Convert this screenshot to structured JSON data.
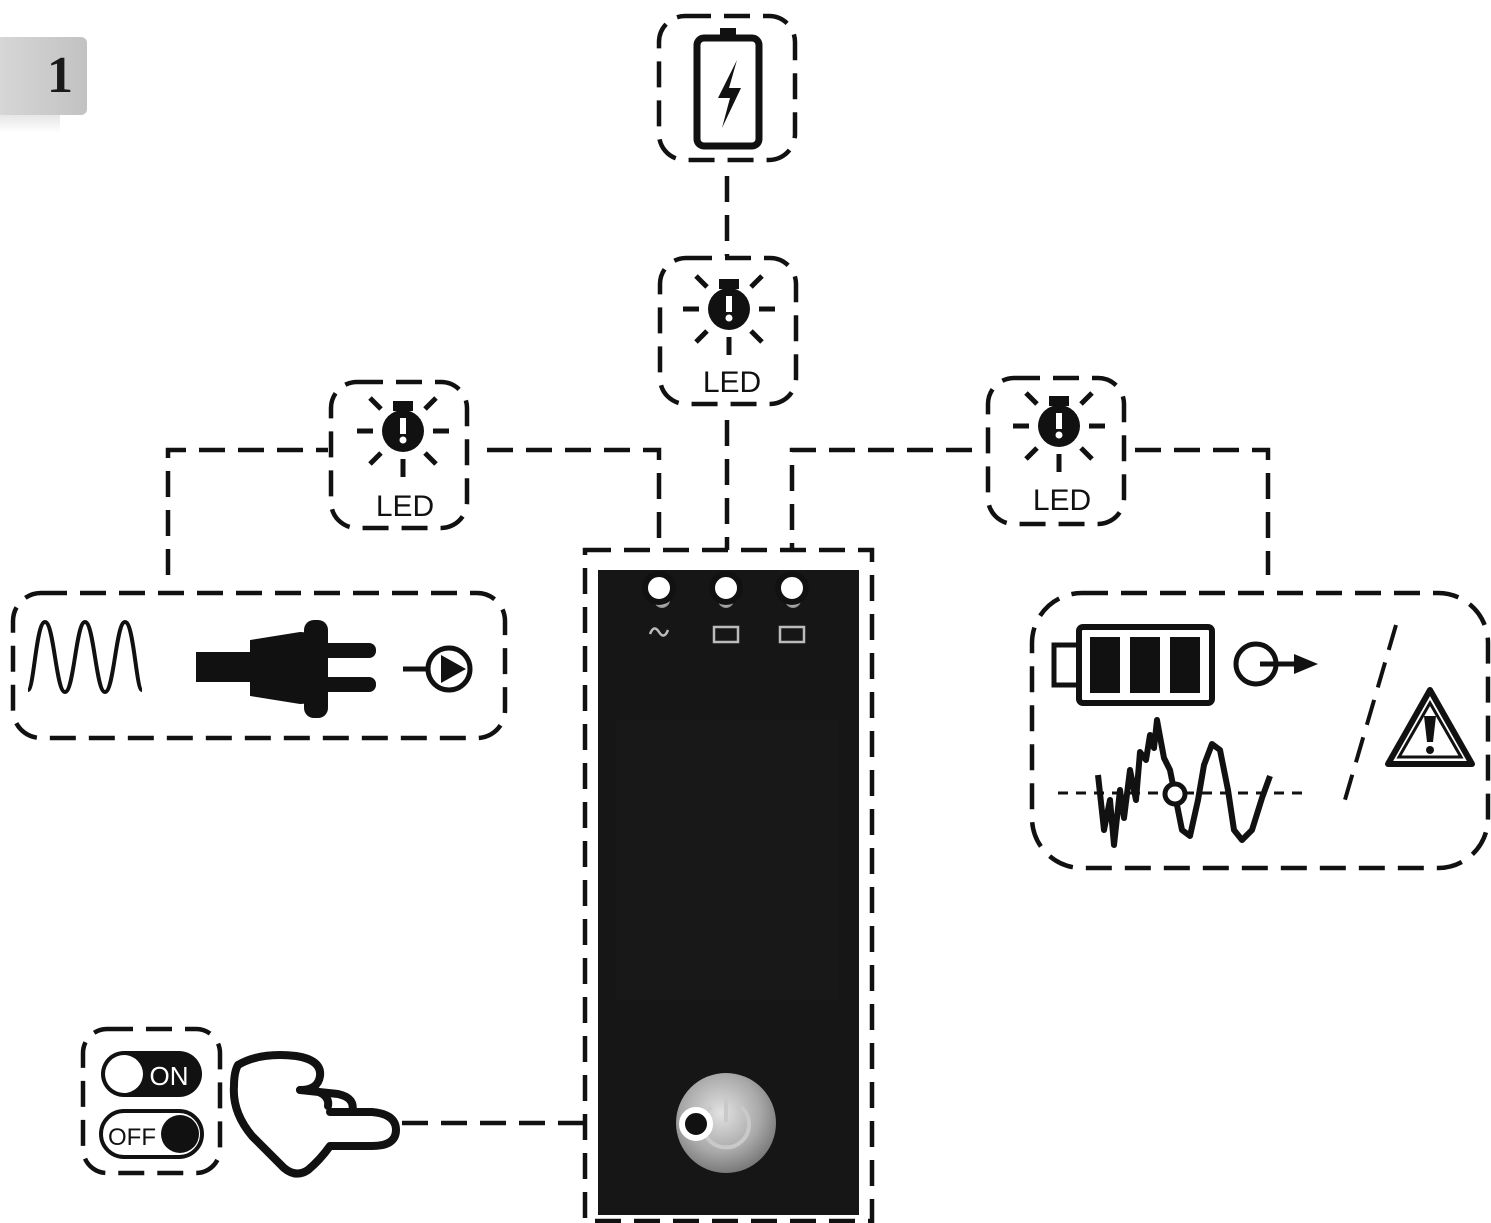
{
  "step_number": "1",
  "led_label": "LED",
  "toggle": {
    "on_label": "ON",
    "off_label": "OFF"
  },
  "icons": {
    "top": "battery-charging-icon",
    "led_left": "led-indicator-icon",
    "led_center": "led-indicator-icon",
    "led_right": "led-indicator-icon",
    "mains": "ac-sine-wave-icon",
    "plug": "power-plug-icon",
    "input": "input-arrow-icon",
    "battery_full": "battery-full-icon",
    "output": "output-arrow-icon",
    "signal": "distorted-waveform-icon",
    "warning": "warning-triangle-icon",
    "hand": "pointing-hand-icon",
    "power_button": "power-button-icon"
  },
  "colors": {
    "device_panel": "#161616",
    "led_glow": "#e8e8e8",
    "stroke": "#111111"
  }
}
